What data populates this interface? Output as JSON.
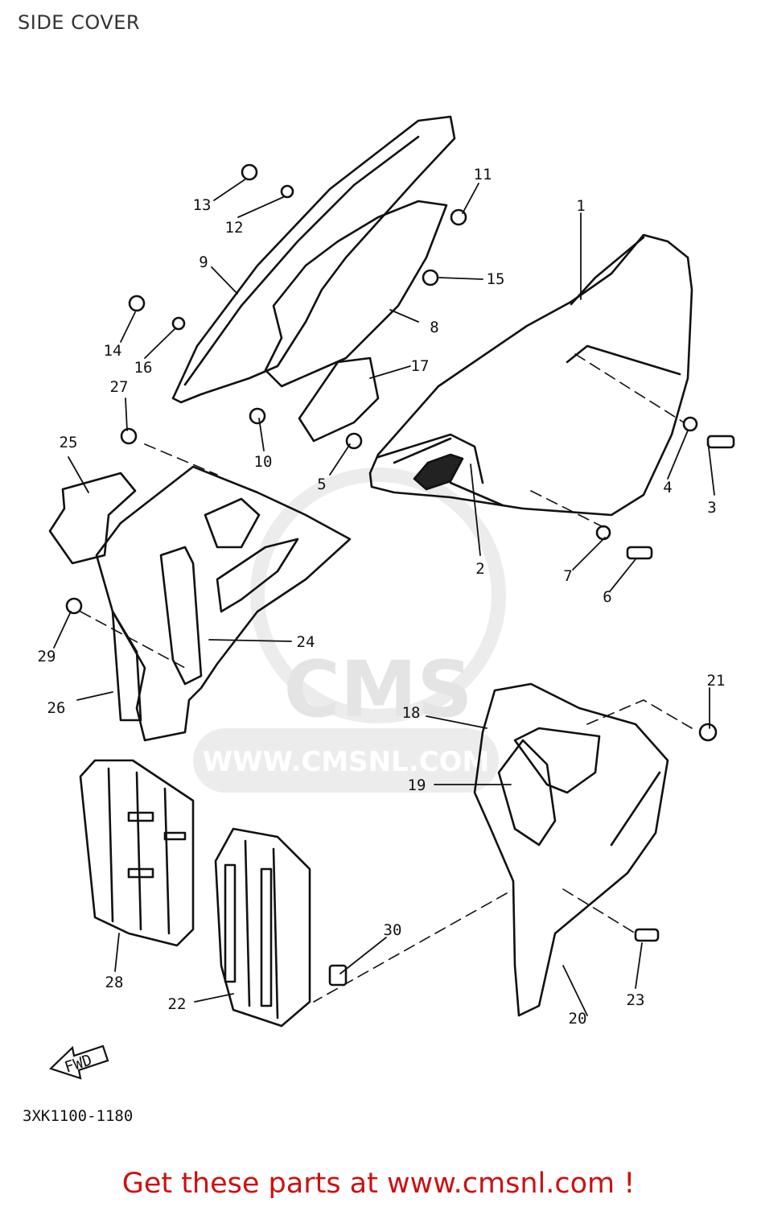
{
  "header": {
    "title": "SIDE COVER"
  },
  "watermark": {
    "brand": "CMS",
    "url": "WWW.CMSNL.COM"
  },
  "diagram": {
    "callouts": [
      "1",
      "2",
      "3",
      "4",
      "5",
      "6",
      "7",
      "8",
      "9",
      "10",
      "11",
      "12",
      "13",
      "14",
      "15",
      "16",
      "17",
      "18",
      "19",
      "20",
      "21",
      "22",
      "23",
      "24",
      "25",
      "26",
      "27",
      "28",
      "29",
      "30"
    ],
    "fwd_marker": "FWD",
    "drawing_code": "3XK1100-1180"
  },
  "footer": {
    "cta": "Get these parts at www.cmsnl.com !"
  },
  "colors": {
    "cta": "#cc1111",
    "line": "#111111",
    "watermark": "#e4e4e4"
  }
}
